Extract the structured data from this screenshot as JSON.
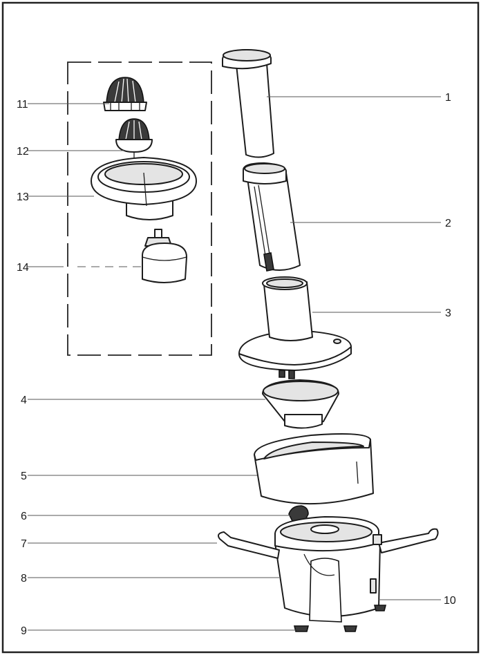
{
  "callouts": {
    "p1": "1",
    "p2": "2",
    "p3": "3",
    "p4": "4",
    "p5": "5",
    "p6": "6",
    "p7": "7",
    "p8": "8",
    "p9": "9",
    "p10": "10",
    "p11": "11",
    "p12": "12",
    "p13": "13",
    "p14": "14"
  },
  "colors": {
    "outline": "#1c1c1c",
    "leader": "#555555",
    "shade": "#e4e4e4"
  }
}
